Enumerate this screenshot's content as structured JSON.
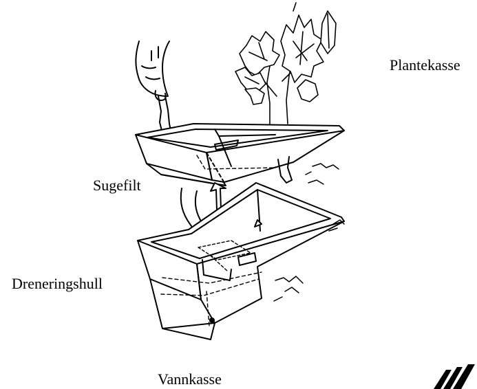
{
  "labels": {
    "plant_box": "Plantekasse",
    "wick": "Sugefilt",
    "drain_hole": "Dreneringshull",
    "water_box": "Vannkasse"
  },
  "icons": [
    "hand-icon",
    "plant-icon",
    "arrow-updown-icon",
    "logo-mark-icon"
  ],
  "colors": {
    "ink": "#000000",
    "paper": "#ffffff"
  }
}
